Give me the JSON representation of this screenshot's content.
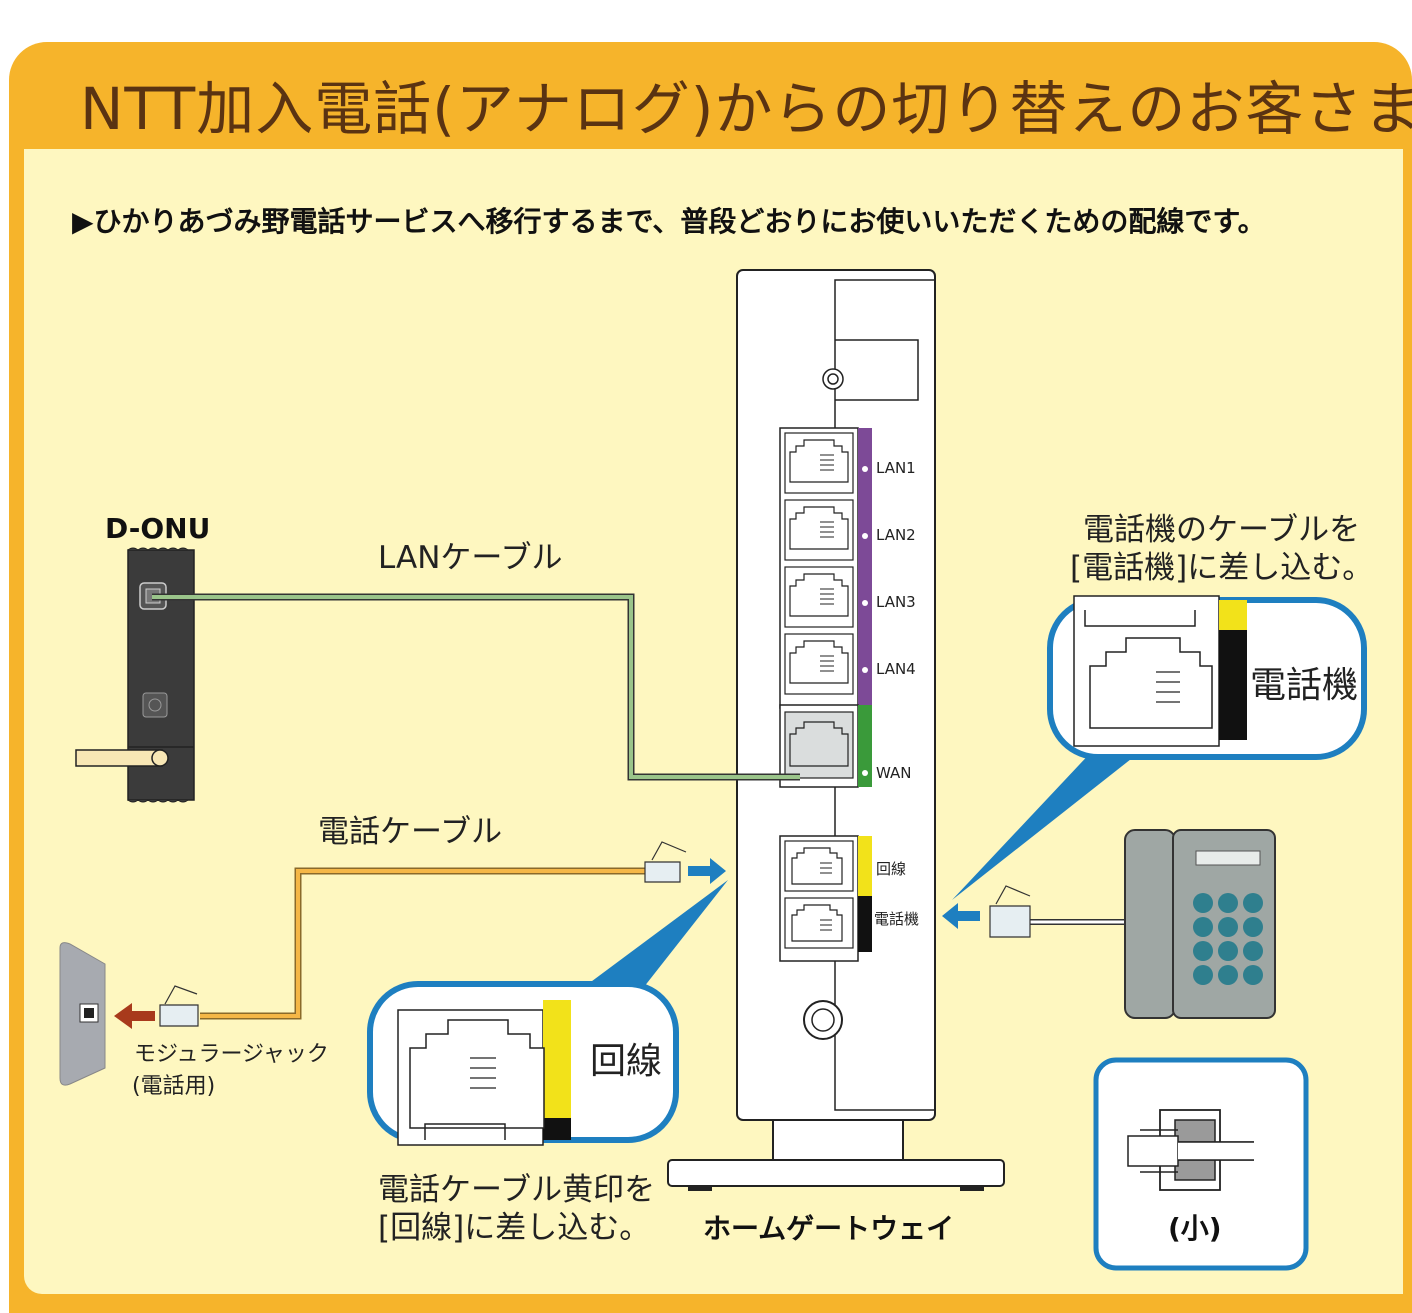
{
  "header": {
    "title": "NTT加入電話(アナログ)からの切り替えのお客さま"
  },
  "intro": "▶ひかりあづみ野電話サービスへ移行するまで、普段どおりにお使いいただくための配線です。",
  "devices": {
    "onu_label": "D-ONU",
    "gateway_label": "ホームゲートウェイ"
  },
  "ports": {
    "lan1": "LAN1",
    "lan2": "LAN2",
    "lan3": "LAN3",
    "lan4": "LAN4",
    "wan": "WAN",
    "line": "回線",
    "phone": "電話機"
  },
  "cables": {
    "lan_cable": "LANケーブル",
    "phone_cable": "電話ケーブル"
  },
  "wall_jack": {
    "line1": "モジュラージャック",
    "line2": "(電話用)"
  },
  "callouts": {
    "line_zoom_label": "回線",
    "line_instruction_1": "電話ケーブル黄印を",
    "line_instruction_2": "[回線]に差し込む。",
    "phone_zoom_label": "電話機",
    "phone_instruction_1": "電話機のケーブルを",
    "phone_instruction_2": "[電話機]に差し込む。",
    "small_label": "(小)"
  },
  "colors": {
    "header_orange": "#f6b42b",
    "panel_cream": "#fef7c0",
    "title_brown": "#5a3312",
    "lan_purple": "#7d4a97",
    "wan_green": "#3a9a3a",
    "line_yellow": "#f2e21a",
    "callout_blue": "#1e7fc0",
    "arrow_blue": "#1e7fc0",
    "arrow_red": "#a83a1c",
    "lan_cable_green": "#9ac48a",
    "phone_cable_orange": "#f5b747"
  }
}
